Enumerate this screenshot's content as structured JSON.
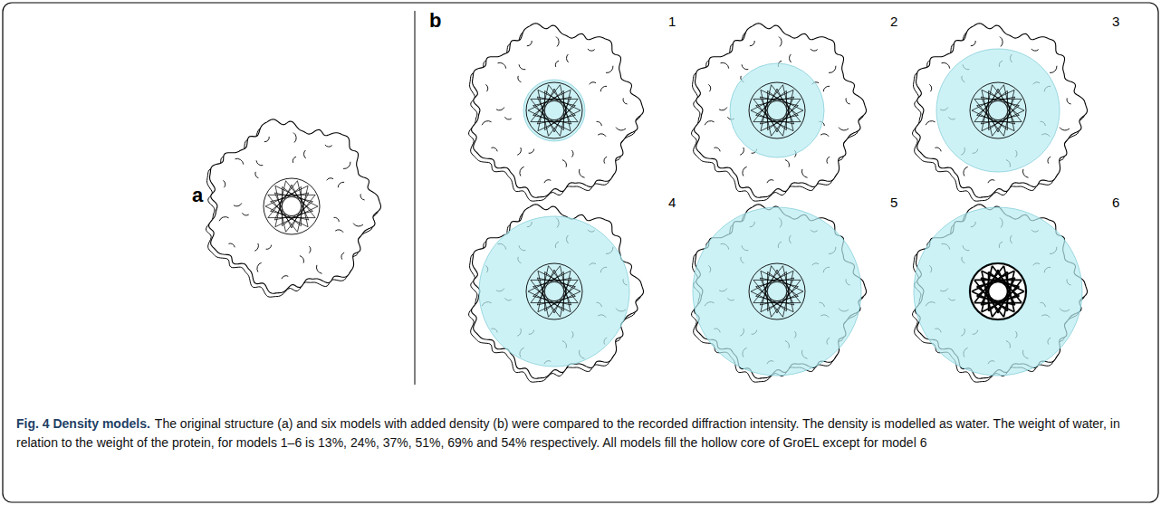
{
  "diagram": {
    "title": "Fig. 4 Density models.",
    "caption": "The original structure (a) and six models with added density (b) were compared to the recorded diffraction intensity. The density is modelled as water. The weight of water, in relation to the weight of the protein, for models 1–6 is 13%, 24%, 37%, 51%, 69% and 54% respectively. All models fill the hollow core of GroEL except for model 6",
    "labels": [
      "a",
      "b",
      "1",
      "2",
      "3",
      "4",
      "5",
      "6"
    ]
  }
}
